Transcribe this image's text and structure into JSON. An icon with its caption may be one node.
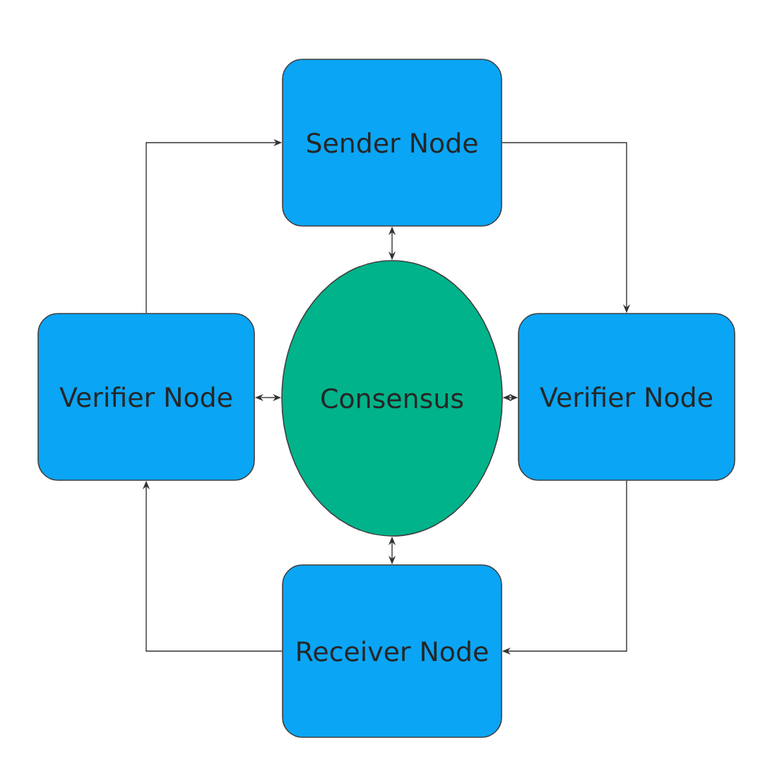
{
  "diagram": {
    "nodes": [
      {
        "text": [
          "Sender Node"
        ]
      },
      {
        "text": [
          "Verifier Node"
        ]
      },
      {
        "text": [
          "Consensus"
        ]
      },
      {
        "text": [
          "Verifier Node"
        ]
      },
      {
        "text": [
          "Receiver Node"
        ]
      }
    ],
    "edges": [
      {
        "from": 1,
        "to": 0,
        "arrow": "to"
      },
      {
        "from": 0,
        "to": 3,
        "arrow": "to"
      },
      {
        "from": 3,
        "to": 4,
        "arrow": "to"
      },
      {
        "from": 4,
        "to": 1,
        "arrow": "to"
      },
      {
        "from": 0,
        "to": 2,
        "arrow": "both"
      },
      {
        "from": 1,
        "to": 2,
        "arrow": "both"
      },
      {
        "from": 3,
        "to": 2,
        "arrow": "both"
      },
      {
        "from": 4,
        "to": 2,
        "arrow": "both"
      }
    ]
  }
}
